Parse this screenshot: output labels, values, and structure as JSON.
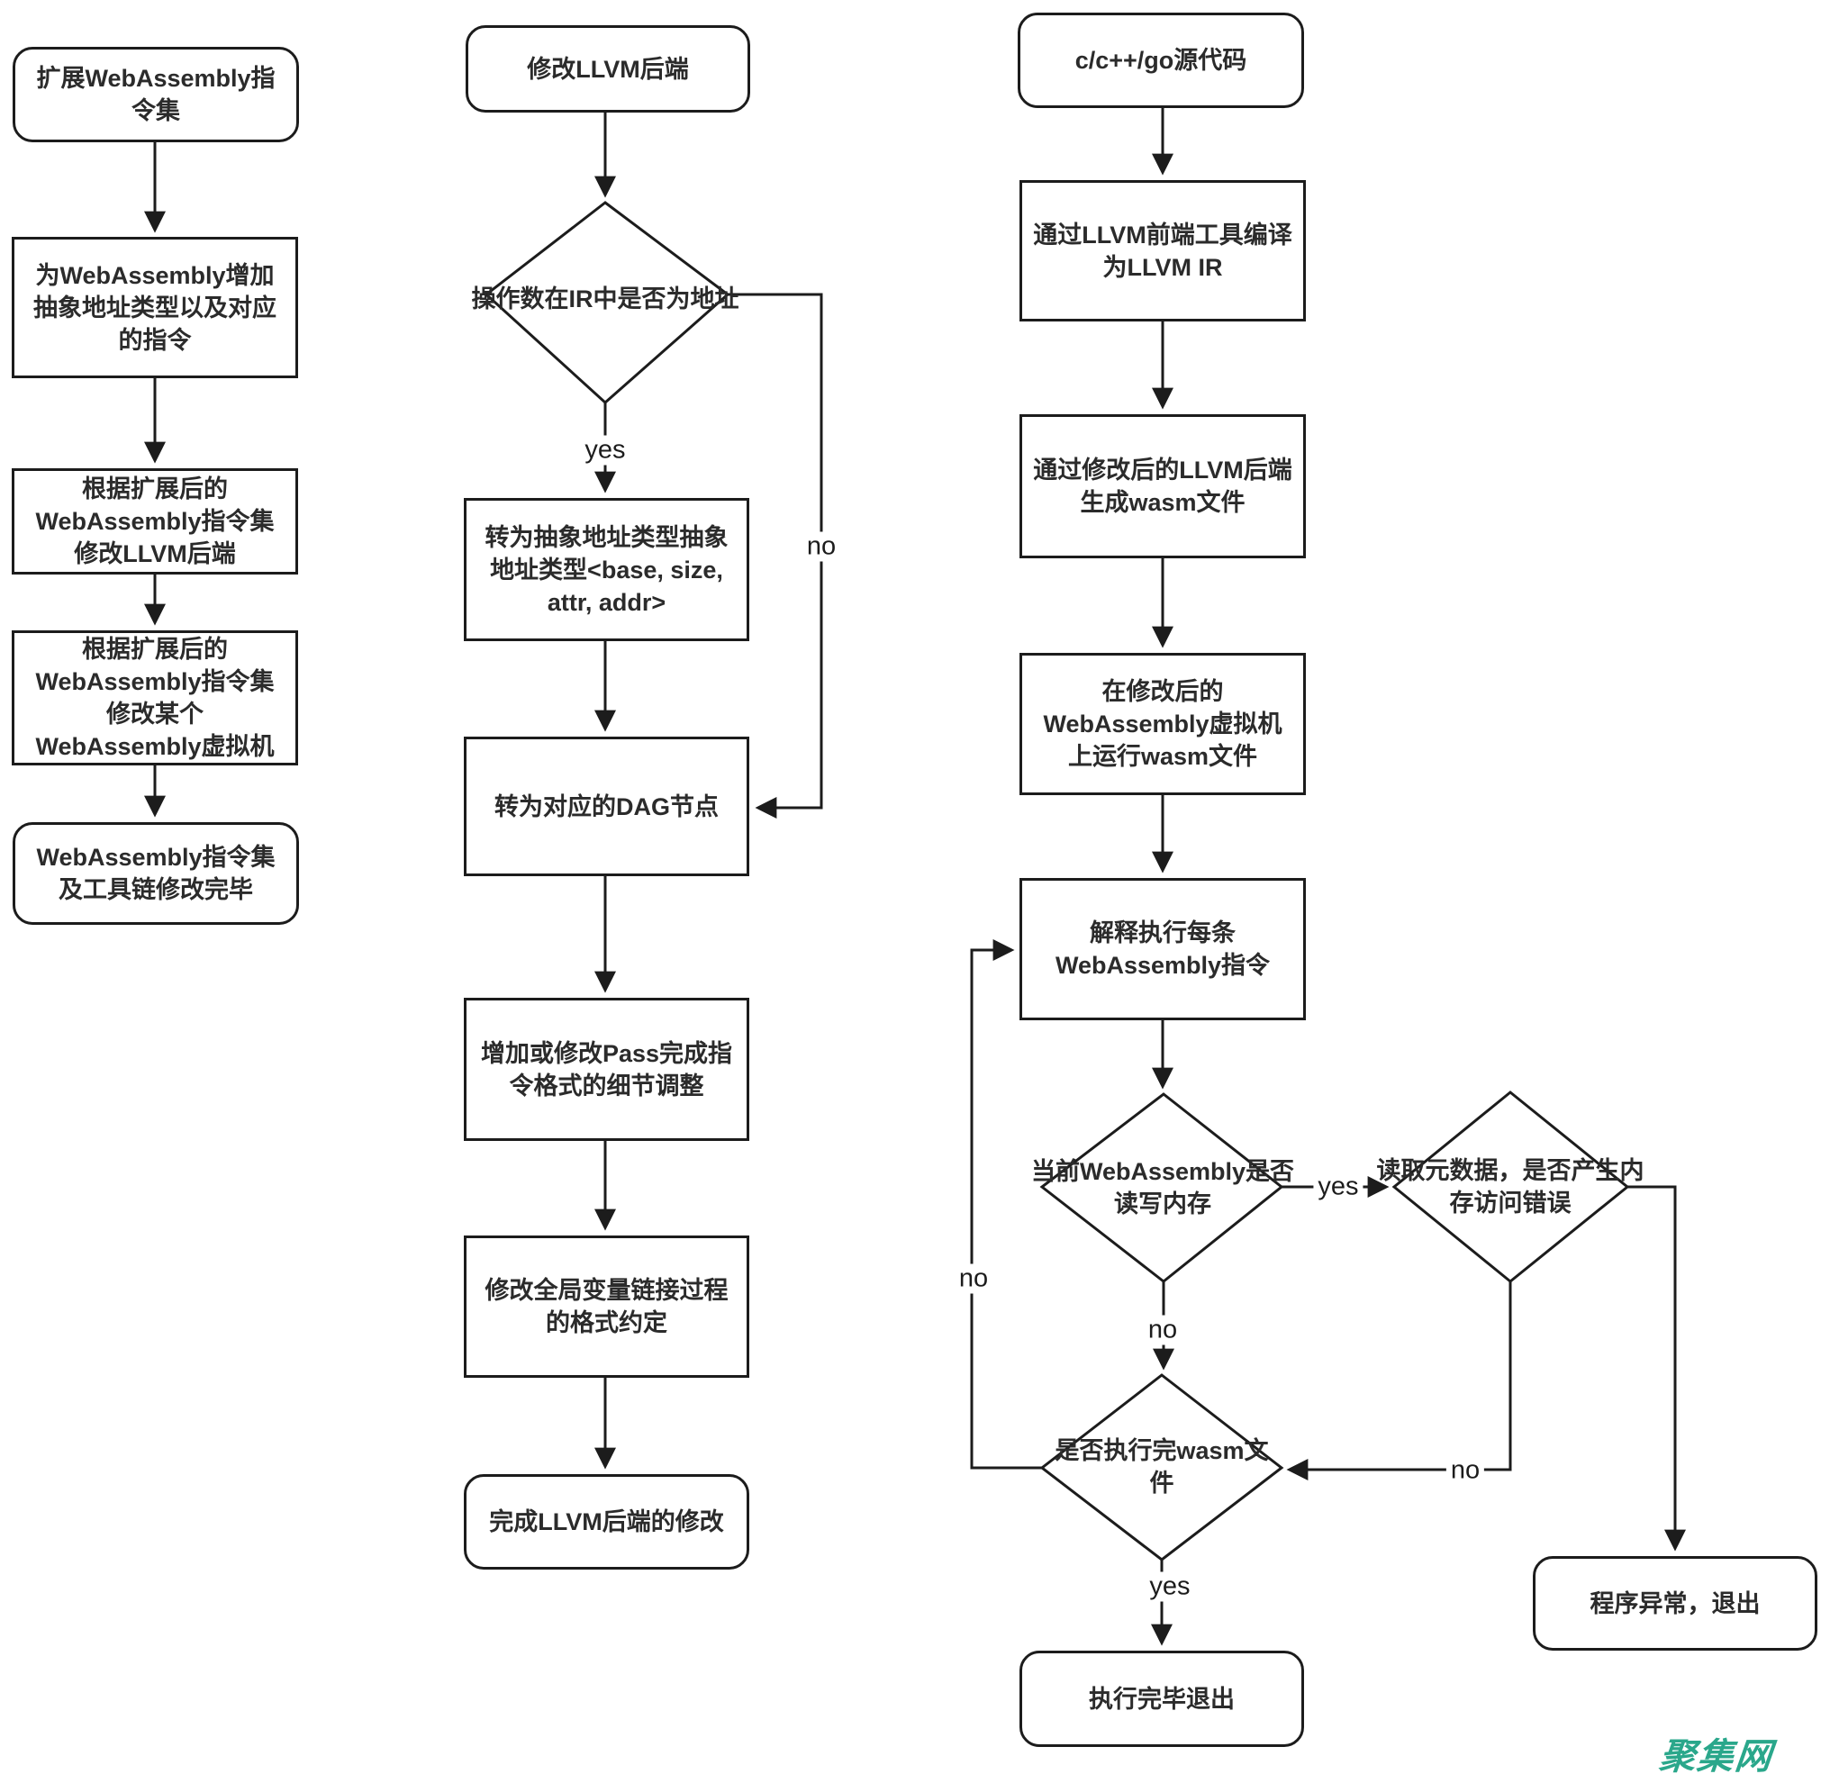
{
  "diagram": {
    "kind": "flowchart",
    "background_color": "#ffffff",
    "line_color": "#1c1c1c",
    "text_color": "#2b2b2b"
  },
  "nodes": {
    "expand_isa": {
      "shape": "rounded",
      "label": "扩展WebAssembly指令集"
    },
    "add_addr_type": {
      "shape": "rect",
      "label": "为WebAssembly增加抽象地址类型以及对应的指令"
    },
    "modify_llvm_backend_per_isa": {
      "shape": "rect",
      "label": "根据扩展后的WebAssembly指令集修改LLVM后端"
    },
    "modify_wasm_vm_per_isa": {
      "shape": "rect",
      "label": "根据扩展后的WebAssembly指令集修改某个WebAssembly虚拟机"
    },
    "isa_toolchain_done": {
      "shape": "rounded",
      "label": "WebAssembly指令集及工具链修改完毕"
    },
    "modify_llvm_backend": {
      "shape": "rounded",
      "label": "修改LLVM后端"
    },
    "ir_operand_is_address": {
      "shape": "diamond",
      "label": "操作数在IR中是否为地址"
    },
    "to_abstract_addr_type": {
      "shape": "rect",
      "label": "转为抽象地址类型抽象地址类型<base, size, attr, addr>"
    },
    "to_dag_node": {
      "shape": "rect",
      "label": "转为对应的DAG节点"
    },
    "add_modify_pass": {
      "shape": "rect",
      "label": "增加或修改Pass完成指令格式的细节调整"
    },
    "modify_global_link": {
      "shape": "rect",
      "label": "修改全局变量链接过程的格式约定"
    },
    "llvm_backend_done": {
      "shape": "rounded",
      "label": "完成LLVM后端的修改"
    },
    "source_code": {
      "shape": "rounded",
      "label": "c/c++/go源代码"
    },
    "compile_to_llvm_ir": {
      "shape": "rect",
      "label": "通过LLVM前端工具编译为LLVM IR"
    },
    "gen_wasm_file": {
      "shape": "rect",
      "label": "通过修改后的LLVM后端生成wasm文件"
    },
    "run_on_wasm_vm": {
      "shape": "rect",
      "label": "在修改后的WebAssembly虚拟机上运行wasm文件"
    },
    "interpret_each_insn": {
      "shape": "rect",
      "label": "解释执行每条WebAssembly指令"
    },
    "rw_memory": {
      "shape": "diamond",
      "label": "当前WebAssembly是否读写内存"
    },
    "read_metadata_error": {
      "shape": "diamond",
      "label": "读取元数据，是否产生内存访问错误"
    },
    "exec_finished": {
      "shape": "diamond",
      "label": "是否执行完wasm文件"
    },
    "exit_normal": {
      "shape": "rounded",
      "label": "执行完毕退出"
    },
    "exit_abnormal": {
      "shape": "rounded",
      "label": "程序异常，退出"
    }
  },
  "edge_labels": {
    "c2_yes": "yes",
    "c2_no": "no",
    "c3_rw_yes": "yes",
    "c3_rw_no": "no",
    "c3_meta_no": "no",
    "c3_loop_no": "no",
    "c3_done_yes": "yes"
  },
  "edges": [
    {
      "from": "expand_isa",
      "to": "add_addr_type",
      "label": ""
    },
    {
      "from": "add_addr_type",
      "to": "modify_llvm_backend_per_isa",
      "label": ""
    },
    {
      "from": "modify_llvm_backend_per_isa",
      "to": "modify_wasm_vm_per_isa",
      "label": ""
    },
    {
      "from": "modify_wasm_vm_per_isa",
      "to": "isa_toolchain_done",
      "label": ""
    },
    {
      "from": "modify_llvm_backend",
      "to": "ir_operand_is_address",
      "label": ""
    },
    {
      "from": "ir_operand_is_address",
      "to": "to_abstract_addr_type",
      "label": "yes"
    },
    {
      "from": "ir_operand_is_address",
      "to": "to_dag_node",
      "label": "no"
    },
    {
      "from": "to_abstract_addr_type",
      "to": "to_dag_node",
      "label": ""
    },
    {
      "from": "to_dag_node",
      "to": "add_modify_pass",
      "label": ""
    },
    {
      "from": "add_modify_pass",
      "to": "modify_global_link",
      "label": ""
    },
    {
      "from": "modify_global_link",
      "to": "llvm_backend_done",
      "label": ""
    },
    {
      "from": "source_code",
      "to": "compile_to_llvm_ir",
      "label": ""
    },
    {
      "from": "compile_to_llvm_ir",
      "to": "gen_wasm_file",
      "label": ""
    },
    {
      "from": "gen_wasm_file",
      "to": "run_on_wasm_vm",
      "label": ""
    },
    {
      "from": "run_on_wasm_vm",
      "to": "interpret_each_insn",
      "label": ""
    },
    {
      "from": "interpret_each_insn",
      "to": "rw_memory",
      "label": ""
    },
    {
      "from": "rw_memory",
      "to": "read_metadata_error",
      "label": "yes"
    },
    {
      "from": "rw_memory",
      "to": "exec_finished",
      "label": "no"
    },
    {
      "from": "read_metadata_error",
      "to": "exit_abnormal",
      "label": ""
    },
    {
      "from": "read_metadata_error",
      "to": "exec_finished",
      "label": "no"
    },
    {
      "from": "exec_finished",
      "to": "exit_normal",
      "label": "yes"
    },
    {
      "from": "exec_finished",
      "to": "interpret_each_insn",
      "label": "no"
    }
  ],
  "watermark": {
    "text": "聚集网",
    "color": "#2aa78b"
  }
}
